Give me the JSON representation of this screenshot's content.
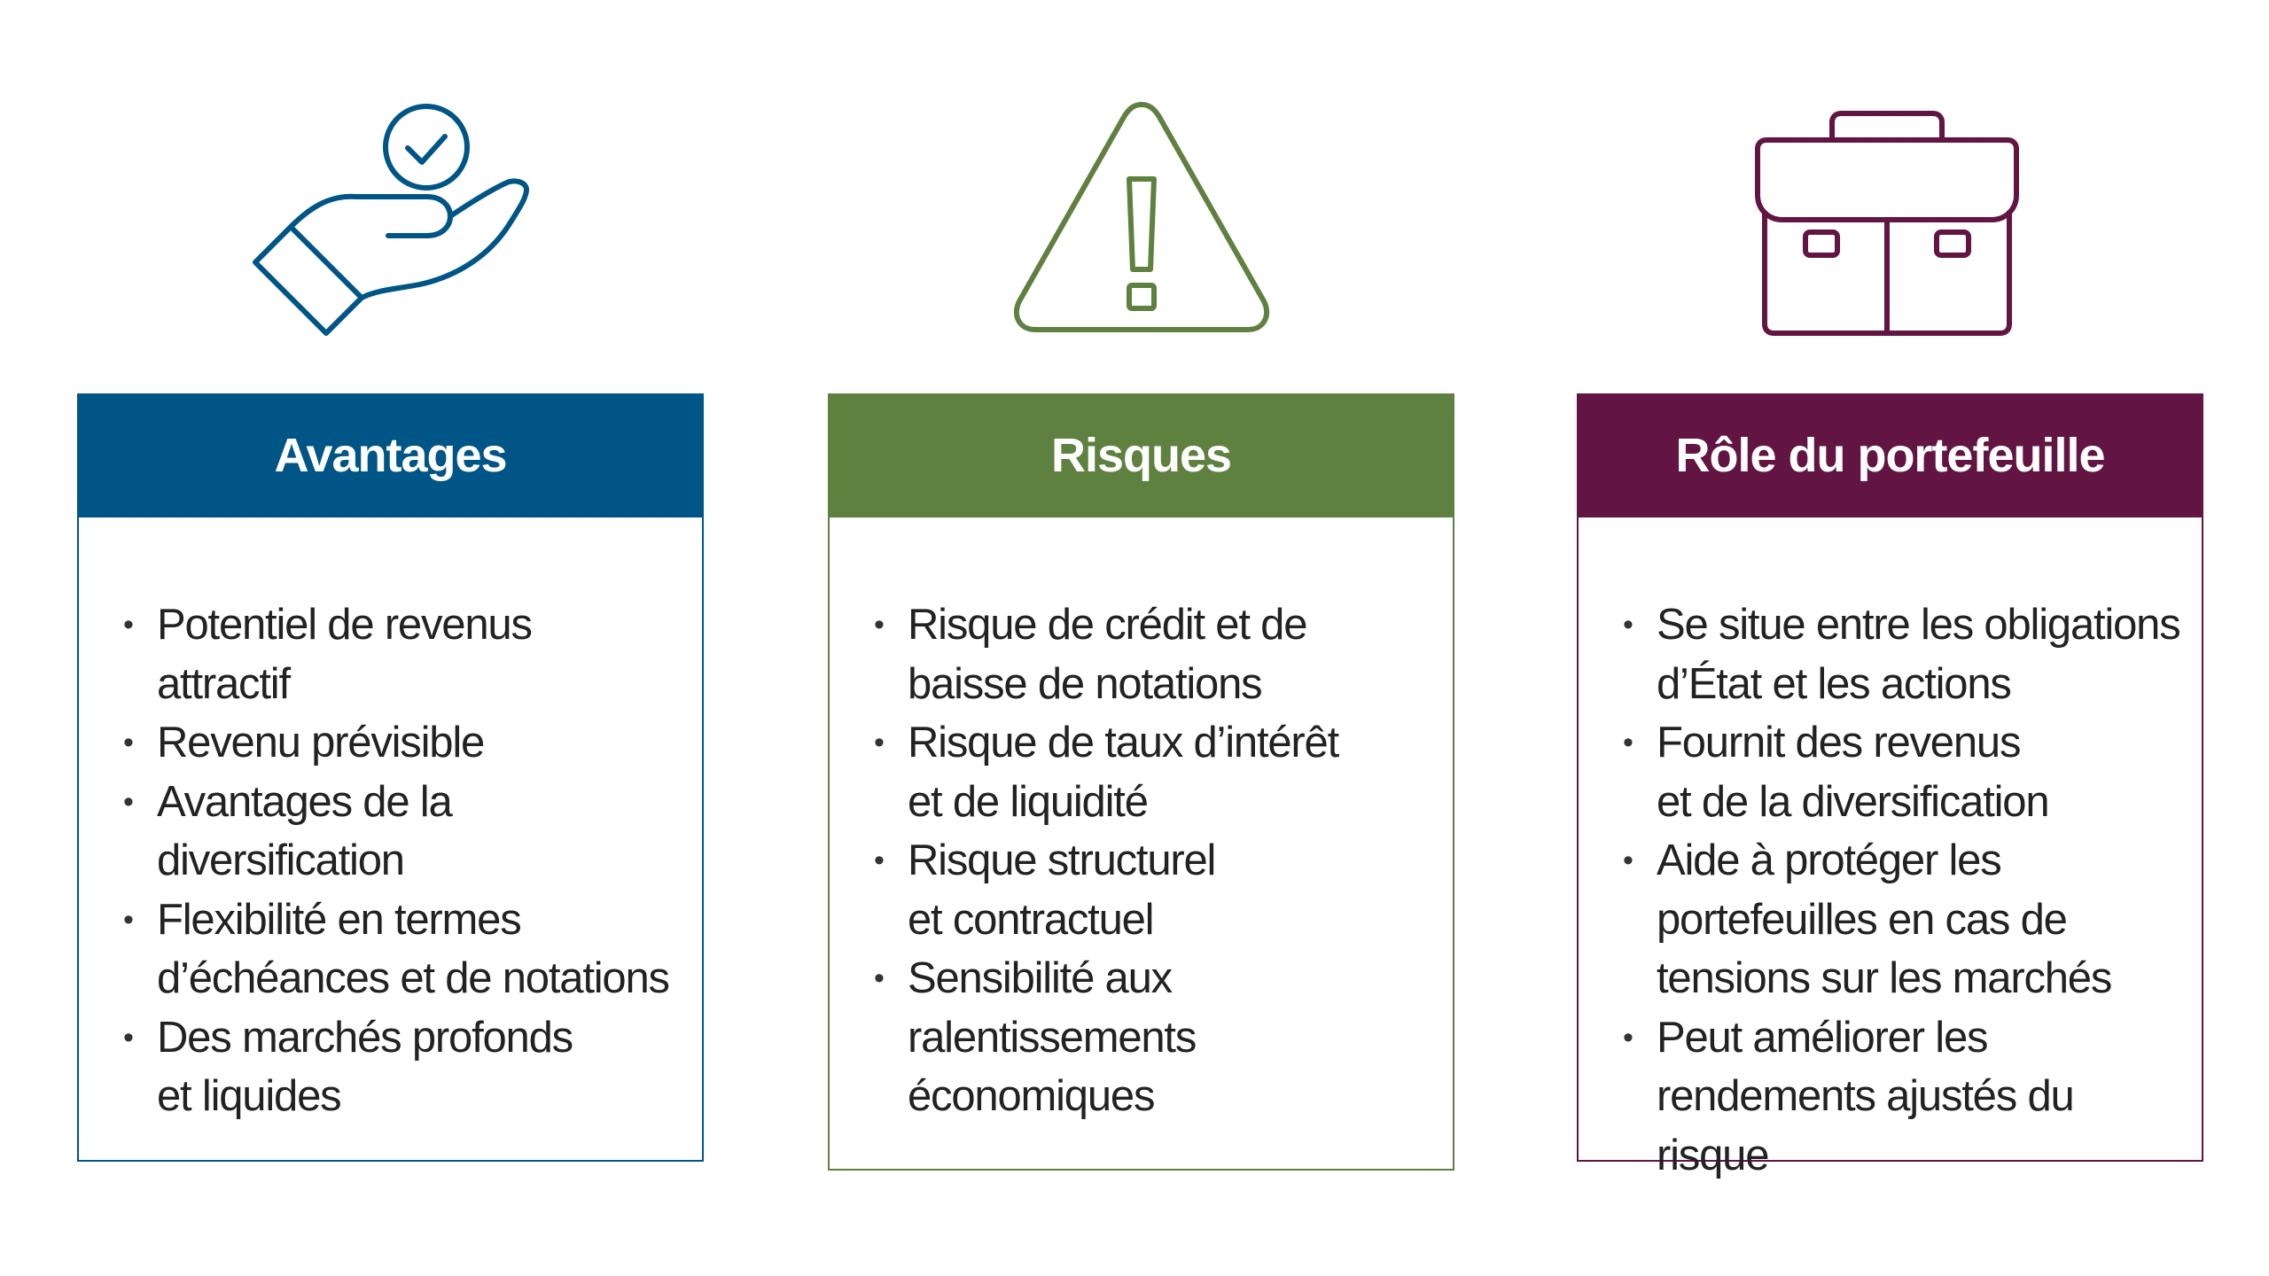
{
  "colors": {
    "avantages": "#005587",
    "risques": "#5f8140",
    "role": "#621442"
  },
  "columns": [
    {
      "id": "avantages",
      "icon": "hand-check-icon",
      "title": "Avantages",
      "items": [
        "Potentiel de revenus\nattractif",
        "Revenu prévisible",
        "Avantages de la\ndiversification",
        "Flexibilité en termes\nd’échéances et de notations",
        "Des marchés profonds\net liquides"
      ]
    },
    {
      "id": "risques",
      "icon": "warning-triangle-icon",
      "title": "Risques",
      "items": [
        "Risque de crédit et de\nbaisse de notations",
        "Risque de taux d’intérêt\net de liquidité",
        "Risque structurel\net contractuel",
        "Sensibilité aux\nralentissements\néconomiques"
      ]
    },
    {
      "id": "role",
      "icon": "briefcase-icon",
      "title": "Rôle du portefeuille",
      "items": [
        "Se situe entre les obligations\nd’État et les actions",
        "Fournit des revenus\net de la diversification",
        "Aide à protéger les\nportefeuilles en cas de\ntensions sur les marchés",
        "Peut améliorer les\nrendements ajustés du risque"
      ]
    }
  ]
}
